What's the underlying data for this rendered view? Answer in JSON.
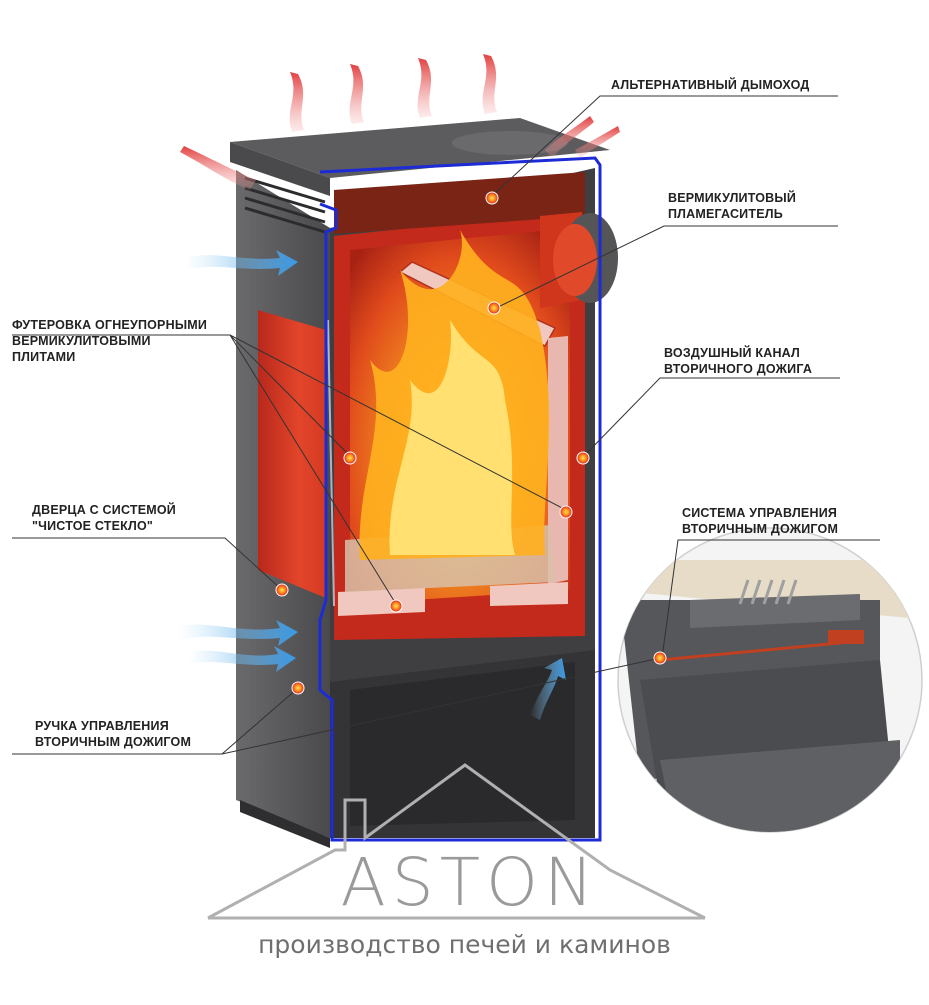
{
  "labels": {
    "chimney": [
      "АЛЬТЕРНАТИВНЫЙ ДЫМОХОД"
    ],
    "flame_arrester": [
      "ВЕРМИКУЛИТОВЫЙ",
      "ПЛАМЕГАСИТЕЛЬ"
    ],
    "lining": [
      "ФУТЕРОВКА ОГНЕУПОРНЫМИ",
      "ВЕРМИКУЛИТОВЫМИ",
      "ПЛИТАМИ"
    ],
    "air_channel": [
      "ВОЗДУШНЫЙ КАНАЛ",
      "ВТОРИЧНОГО ДОЖИГА"
    ],
    "door": [
      "ДВЕРЦА С СИСТЕМОЙ",
      "\"ЧИСТОЕ СТЕКЛО\""
    ],
    "control_system": [
      "СИСТЕМА УПРАВЛЕНИЯ",
      "ВТОРИЧНЫМ ДОЖИГОМ"
    ],
    "handle": [
      "РУЧКА УПРАВЛЕНИЯ",
      "ВТОРИЧНЫМ ДОЖИГОМ"
    ]
  },
  "brand": {
    "name": "ASTON",
    "tagline": "производство печей и каминов"
  },
  "colors": {
    "stove_body": "#4a4a4c",
    "outline": "#1d2bd6",
    "firebox": "#d83020",
    "flame": "#ffb020",
    "hot_air": "#f07070",
    "cold_air": "#4aa8e8",
    "marker": "#e52020",
    "leader": "#333333"
  }
}
